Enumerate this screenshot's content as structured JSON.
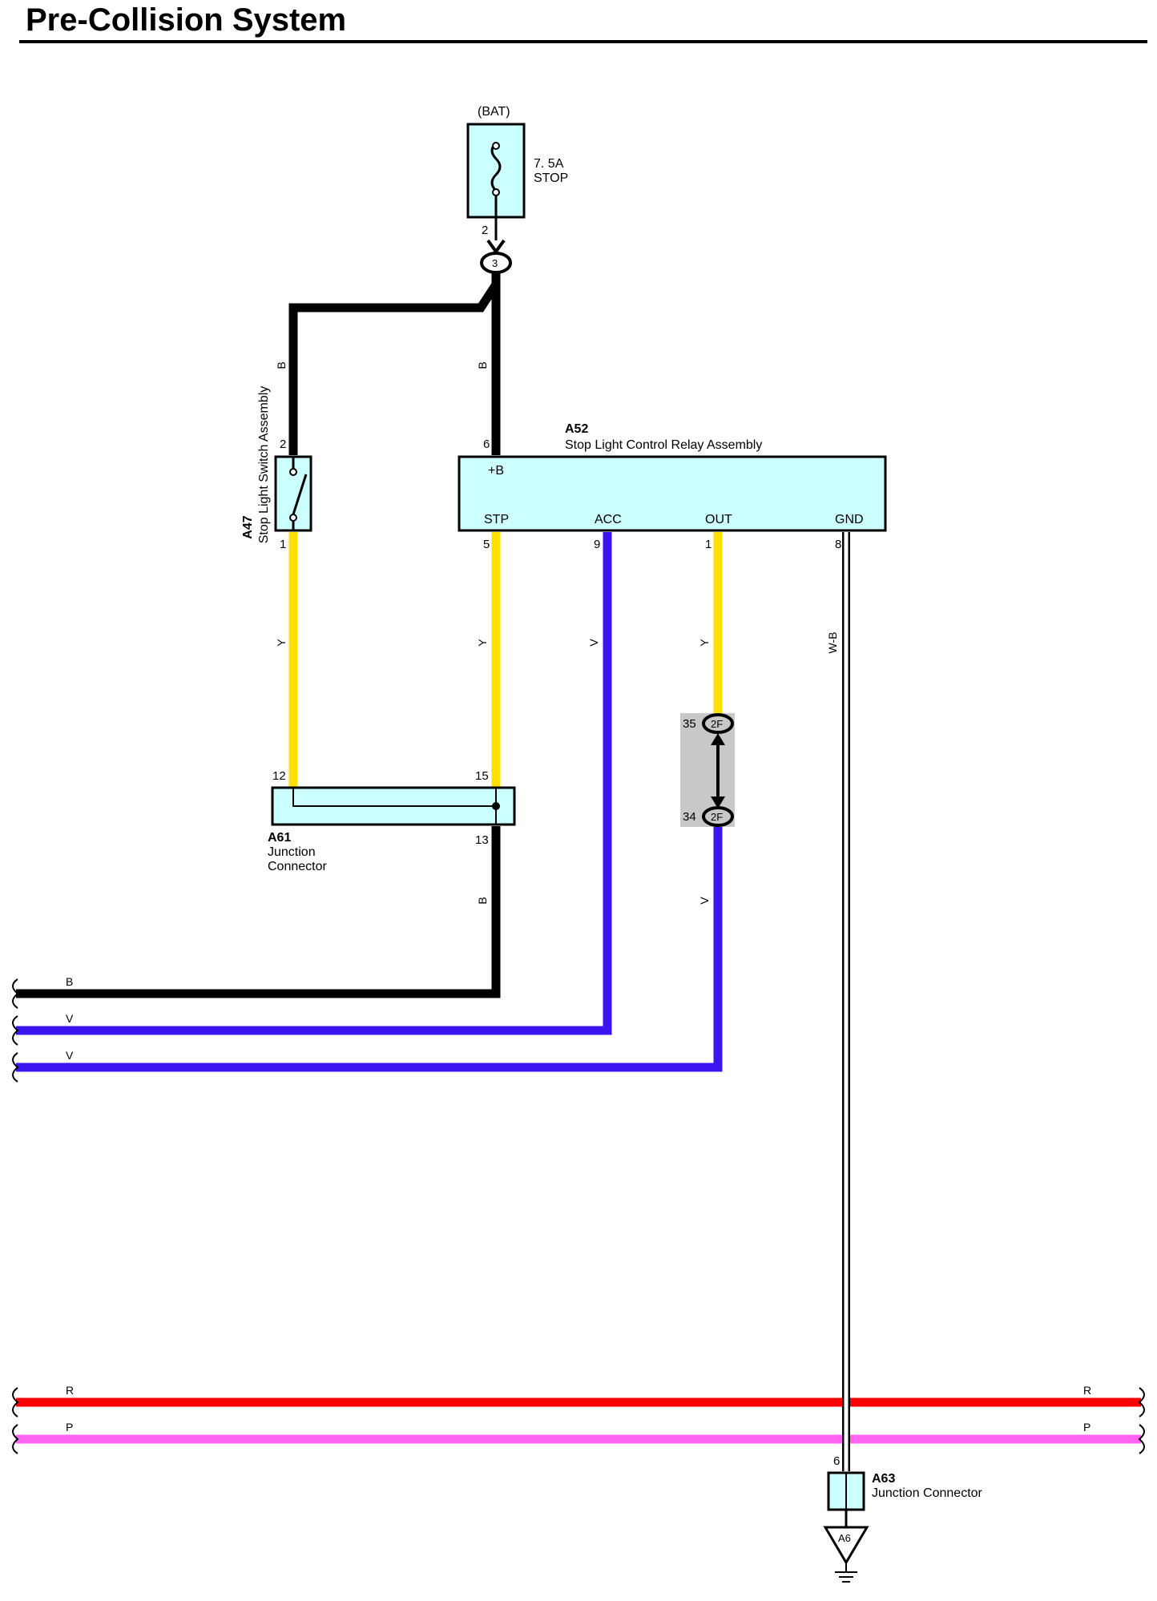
{
  "title": "Pre-Collision System",
  "colors": {
    "black": "#000000",
    "yellow": "#ffe000",
    "violet": "#3c14f0",
    "red": "#ff0000",
    "pink": "#ff64f0",
    "box_fill": "#ccffff",
    "connector_gray": "#c8c8c8"
  },
  "fuse": {
    "source": "(BAT)",
    "rating": "7. 5A",
    "name": "STOP",
    "pin": "2",
    "junction": "3"
  },
  "a47": {
    "id": "A47",
    "name": "Stop Light Switch Assembly",
    "pin_top": "2",
    "pin_bottom": "1"
  },
  "a52": {
    "id": "A52",
    "name": "Stop Light Control Relay Assembly",
    "pin_b": "6",
    "term_b": "+B",
    "terminals": [
      {
        "label": "STP",
        "pin": "5"
      },
      {
        "label": "ACC",
        "pin": "9"
      },
      {
        "label": "OUT",
        "pin": "1"
      },
      {
        "label": "GND",
        "pin": "8"
      }
    ]
  },
  "a61": {
    "id": "A61",
    "line1": "Junction",
    "line2": "Connector",
    "pin_left": "12",
    "pin_right": "15",
    "pin_bottom": "13"
  },
  "conn_2f": {
    "name": "2F",
    "pin_top": "35",
    "pin_bottom": "34"
  },
  "a63": {
    "id": "A63",
    "name": "Junction Connector",
    "pin": "6",
    "ground": "A6"
  },
  "wire_codes": {
    "b": "B",
    "y": "Y",
    "v": "V",
    "wb": "W-B",
    "r": "R",
    "p": "P"
  }
}
